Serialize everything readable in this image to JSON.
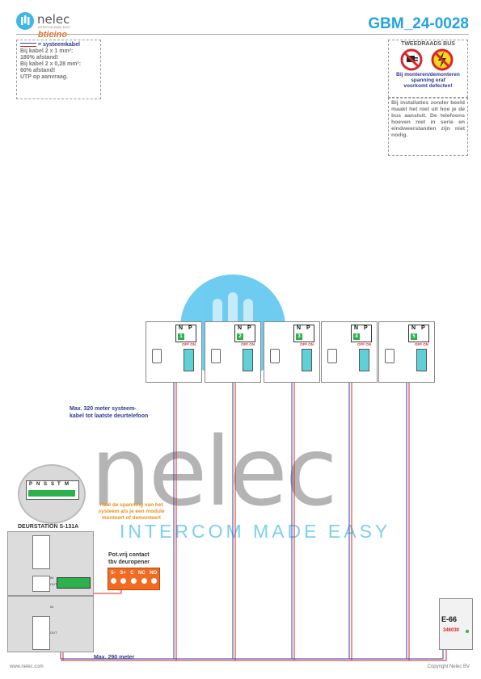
{
  "header": {
    "doc_code": "GBM_24-0028",
    "brand_name": "nelec",
    "brand_tagline": "INTERCOM MADE EASY",
    "brand_partner": "bticino"
  },
  "cable_note": {
    "title": "= systeemkabel",
    "lines": [
      "Bij kabel 2 x 1 mm²:",
      "180% afstand!",
      "Bij kabel 2 x 0,28 mm²:",
      "60% afstand!",
      "UTP op aanvraag."
    ]
  },
  "warning": {
    "title": "TWEEDRAADS BUS",
    "text_lines": [
      "Bij monteren/demonteren",
      "spanning eraf",
      "voorkomt defecten!"
    ]
  },
  "install_note": {
    "text": "Bij installaties zonder beeld maakt het niet uit hoe je de bus aansluit. De telefoons hoeven niet in serie en eindweerstanden zijn niet nodig."
  },
  "watermark": {
    "word": "nelec",
    "slogan": "INTERCOM MADE EASY"
  },
  "phones": [
    {
      "n": "N",
      "p": "P",
      "number": "1",
      "switch": "OFF ON"
    },
    {
      "n": "N",
      "p": "P",
      "number": "2",
      "switch": "OFF ON"
    },
    {
      "n": "N",
      "p": "P",
      "number": "3",
      "switch": "OFF ON"
    },
    {
      "n": "N",
      "p": "P",
      "number": "4",
      "switch": "OFF ON"
    },
    {
      "n": "N",
      "p": "P",
      "number": "5",
      "switch": "OFF ON"
    }
  ],
  "labels": {
    "max_system": [
      "Max. 320 meter systeem-",
      "kabel tot laatste deurtelefoon"
    ],
    "power_note": [
      "Haal de spanning van het",
      "systeem als je een module",
      "monteert of demonteert"
    ],
    "door_station": "DEURSTATION S-131A",
    "relay_title": [
      "Pot.vrij contact",
      "tbv deuropener"
    ],
    "relay_terminals": [
      "S-",
      "S+",
      "C",
      "NC",
      "NO"
    ],
    "max_290": "Max. 290 meter",
    "psu_model": "E-66",
    "psu_code": "346030",
    "connector_labels": [
      "P",
      "N",
      "S",
      "S",
      "T",
      "M"
    ],
    "module_in": "IN",
    "module_out": "OUT"
  },
  "footer": {
    "website": "www.nelec.com",
    "copyright": "Copyright Nelec BV"
  },
  "colors": {
    "accent_blue": "#23a3df",
    "wire_red": "#d9262b",
    "wire_blue": "#3a3f9e",
    "orange": "#f26b21",
    "green": "#2bb24c"
  }
}
